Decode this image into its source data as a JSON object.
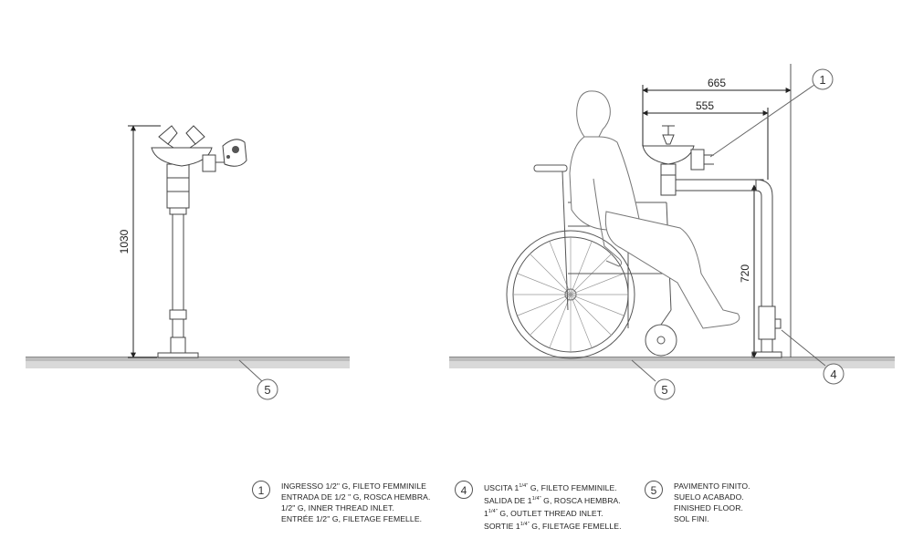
{
  "dimensions": {
    "height_pedestal": "1030",
    "width_overall": "665",
    "width_bowl": "555",
    "height_pipe": "720"
  },
  "callouts": {
    "c1": "1",
    "c4": "4",
    "c5_left": "5",
    "c5_right": "5"
  },
  "legend": [
    {
      "number": "1",
      "lines": [
        "INGRESSO 1/2\" G, FILETO FEMMINILE",
        "ENTRADA DE 1/2 \" G, ROSCA HEMBRA.",
        "1/2\" G, INNER THREAD INLET.",
        "ENTRÉE 1/2\" G, FILETAGE FEMELLE."
      ]
    },
    {
      "number": "4",
      "sup": "1/4\"",
      "lines": [
        [
          "USCITA 1",
          " G, FILETO FEMMINILE."
        ],
        [
          "SALIDA DE 1",
          " G, ROSCA HEMBRA."
        ],
        [
          "1",
          " G, OUTLET THREAD INLET."
        ],
        [
          "SORTIE 1",
          " G, FILETAGE FEMELLE."
        ]
      ]
    },
    {
      "number": "5",
      "lines": [
        "PAVIMENTO FINITO.",
        "SUELO ACABADO.",
        "FINISHED FLOOR.",
        "SOL FINI."
      ]
    }
  ],
  "colors": {
    "line": "#444444",
    "floor_top": "#bdbdbd",
    "floor_bottom": "#d9d9d9"
  }
}
